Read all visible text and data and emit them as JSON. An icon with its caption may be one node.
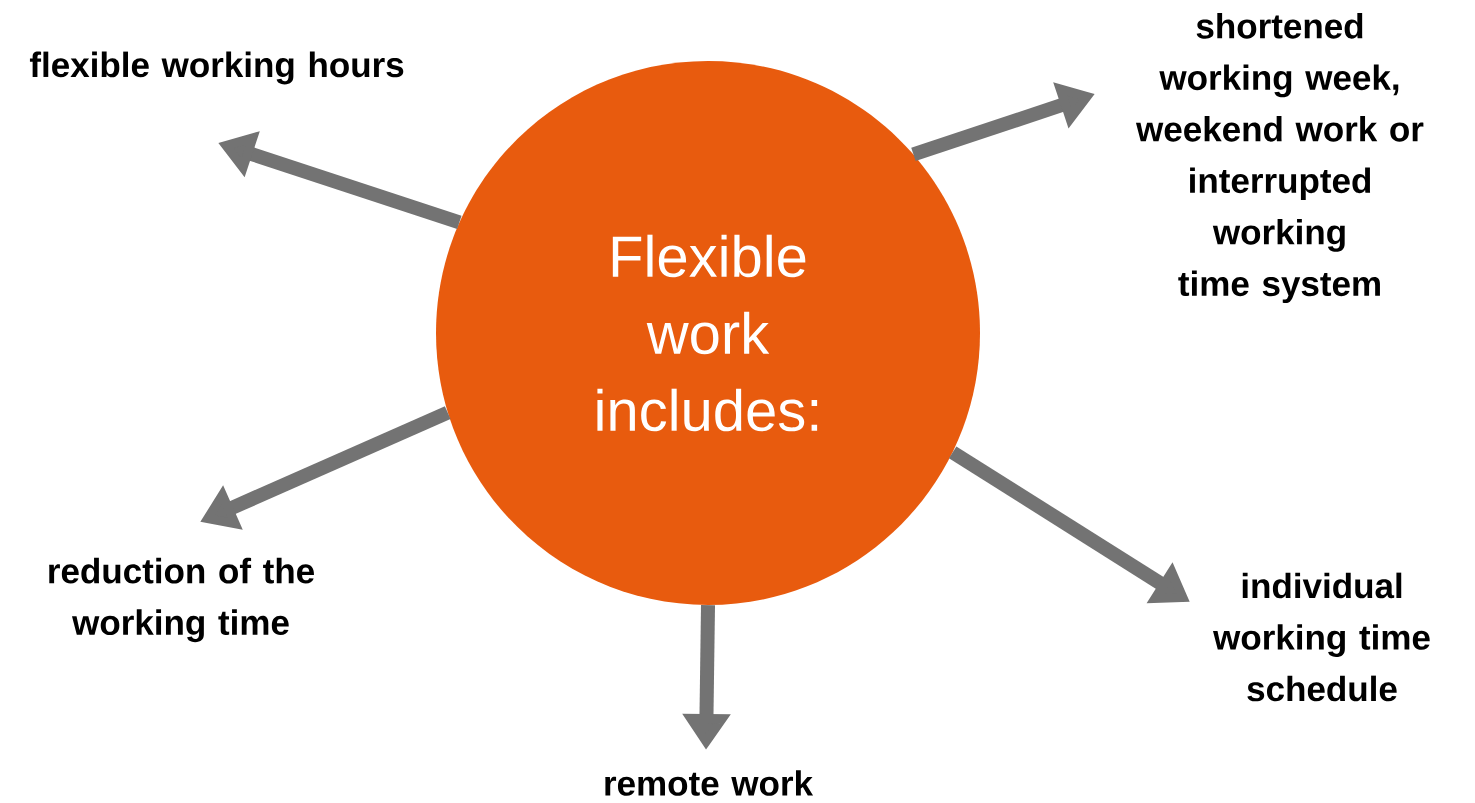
{
  "diagram": {
    "nodes": [
      {
        "text": [
          "Flexible work includes:"
        ]
      },
      {
        "text": [
          "flexible working hours"
        ]
      },
      {
        "text": [
          "shortened working week, weekend work or interrupted working time system"
        ]
      },
      {
        "text": [
          "reduction of the working time"
        ]
      },
      {
        "text": [
          "individual working time schedule"
        ]
      },
      {
        "text": [
          "remote work"
        ]
      }
    ],
    "edges": [
      {
        "from": 0,
        "to": 1,
        "arrow": "to"
      },
      {
        "from": 0,
        "to": 2,
        "arrow": "to"
      },
      {
        "from": 0,
        "to": 3,
        "arrow": "to"
      },
      {
        "from": 0,
        "to": 4,
        "arrow": "to"
      },
      {
        "from": 0,
        "to": 5,
        "arrow": "to"
      }
    ]
  }
}
